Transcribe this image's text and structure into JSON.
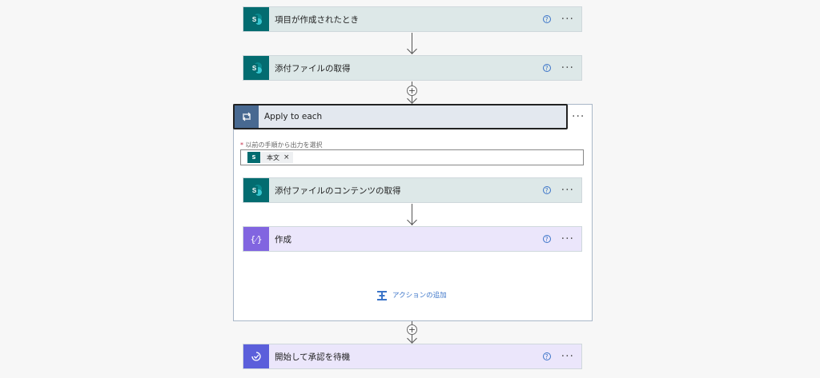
{
  "flow": {
    "trigger": {
      "title": "項目が作成されたとき",
      "icon": "sharepoint-icon"
    },
    "step_get_attachments": {
      "title": "添付ファイルの取得",
      "icon": "sharepoint-icon"
    },
    "apply_to_each": {
      "title": "Apply to each",
      "icon": "loop-icon",
      "select_label": "以前の手順から出力を選択",
      "required_mark": "*",
      "token_label": "本文",
      "token_remove": "×",
      "inner_steps": [
        {
          "title": "添付ファイルのコンテンツの取得",
          "icon": "sharepoint-icon"
        },
        {
          "title": "作成",
          "icon": "compose-icon"
        }
      ],
      "add_action_label": "アクションの追加"
    },
    "step_approval": {
      "title": "開始して承認を待機",
      "icon": "approval-icon"
    }
  },
  "common": {
    "help_glyph": "?",
    "more_glyph": "···",
    "plus_glyph": "+"
  },
  "colors": {
    "sharepoint": "#036c70",
    "compose": "#8165e0",
    "approval": "#5b5fdb",
    "loop": "#486991",
    "link": "#3b74c8"
  }
}
